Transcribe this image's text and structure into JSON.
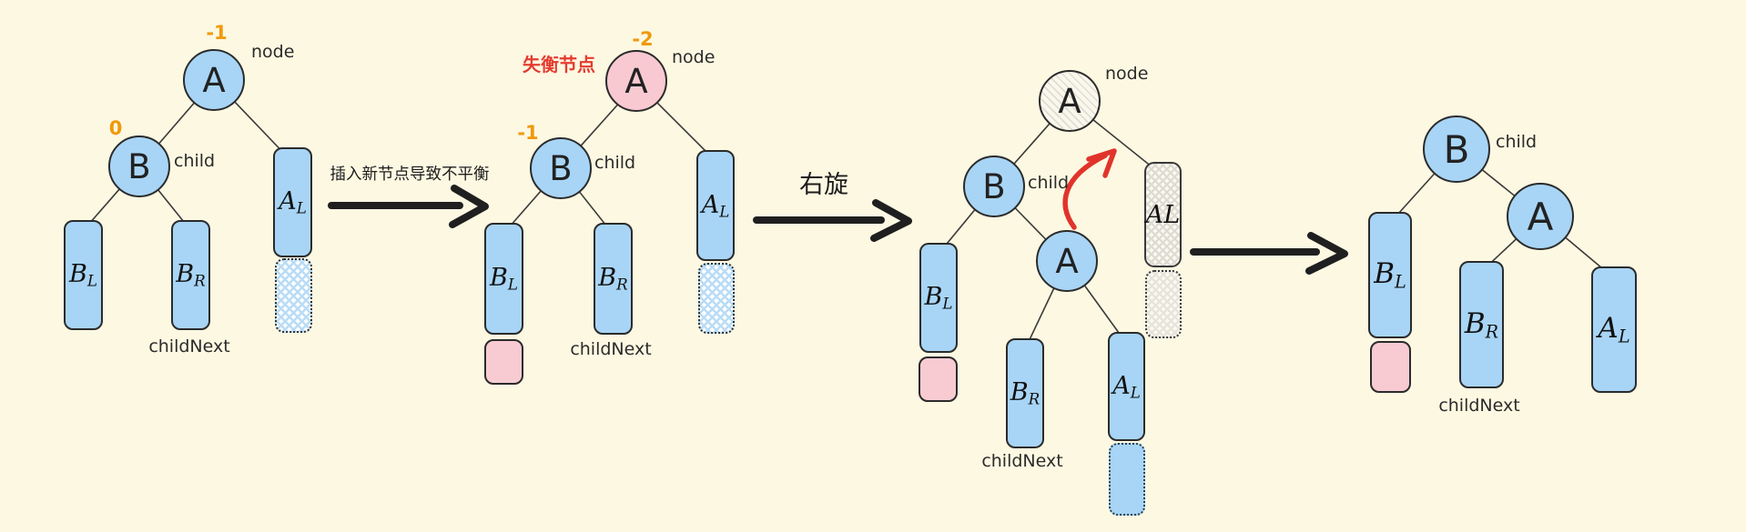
{
  "labels": {
    "letter_A": "A",
    "letter_B": "B",
    "sub_L": "L",
    "sub_R": "R",
    "node": "node",
    "child": "child",
    "child_next": "childNext",
    "unbalanced": "失衡节点"
  },
  "captions": {
    "insert": "插入新节点导致不平衡",
    "rotate": "右旋"
  },
  "balance": {
    "t1_a": "-1",
    "t1_b": "0",
    "t2_a": "-2",
    "t2_b": "-1"
  },
  "colors": {
    "background": "#fdf8e2",
    "node_blue": "#a8d5f6",
    "node_pink": "#f8c9d1",
    "balance_orange": "#f0990a",
    "alert_red": "#e43c31",
    "stroke_dark": "#2b2b2b",
    "arrow_black": "#1f1f1f",
    "arrow_red": "#e0342b"
  }
}
